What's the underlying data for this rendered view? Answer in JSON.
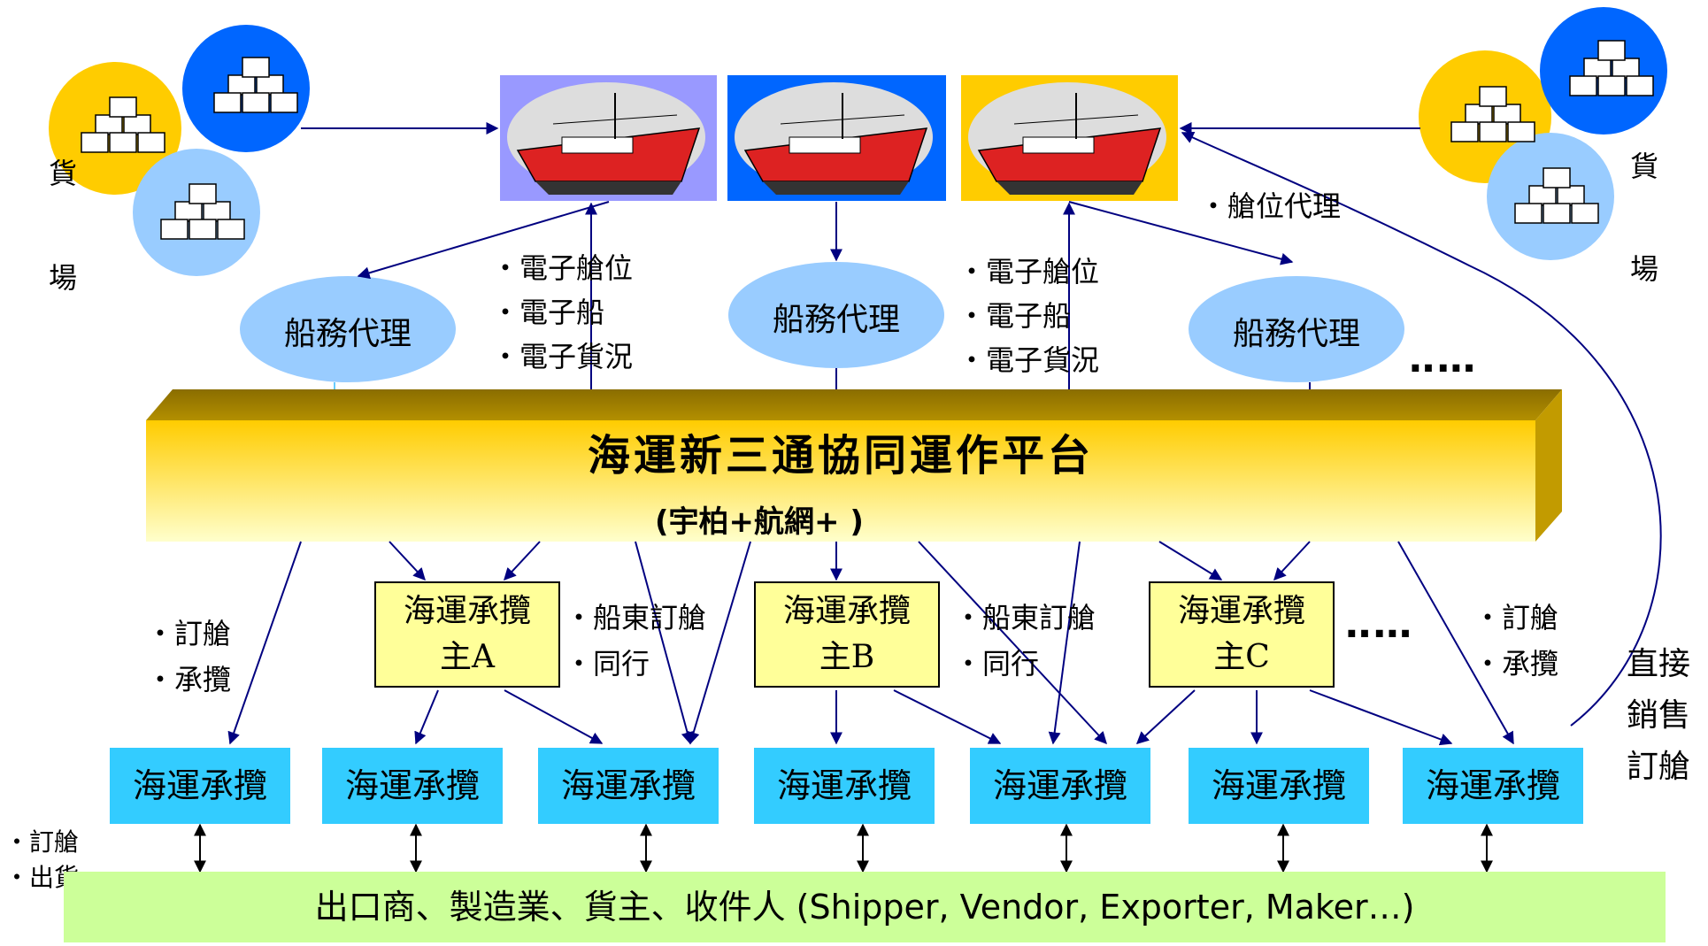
{
  "left_yard": {
    "char1": "貨",
    "char2": "場"
  },
  "right_yard": {
    "char1": "貨",
    "char2": "場"
  },
  "agents": [
    {
      "label": "船務代理"
    },
    {
      "label": "船務代理"
    },
    {
      "label": "船務代理"
    }
  ],
  "bullets_left": [
    "・電子艙位",
    "・電子船",
    "・電子貨況"
  ],
  "bullets_right": [
    "・電子艙位",
    "・電子船",
    "・電子貨況"
  ],
  "slot_agent": "・艙位代理",
  "ellipsis": "‥…",
  "platform": {
    "title": "海運新三通協同運作平台",
    "subtitle": "(宇柏+航網+      )"
  },
  "masters": [
    {
      "line1": "海運承攬",
      "line2": "主A"
    },
    {
      "line1": "海運承攬",
      "line2": "主B"
    },
    {
      "line1": "海運承攬",
      "line2": "主C"
    }
  ],
  "annot_left": [
    "・訂艙",
    "・承攬"
  ],
  "annot_right": [
    "・訂艙",
    "・承攬"
  ],
  "annot_mid1": [
    "・船東訂艙",
    "・同行"
  ],
  "annot_mid2": [
    "・船東訂艙",
    "・同行"
  ],
  "direct_sale": [
    "直接",
    "銷售",
    "訂艙"
  ],
  "forwarders": [
    "海運承攬",
    "海運承攬",
    "海運承攬",
    "海運承攬",
    "海運承攬",
    "海運承攬",
    "海運承攬"
  ],
  "bottom_annot": [
    "・訂艙",
    "・出貨"
  ],
  "bottom_bar": "出口商、製造業、貨主、收件人 (Shipper, Vendor, Exporter, Maker…)",
  "colors": {
    "ship_bg_1": "#9999ff",
    "ship_bg_2": "#0066ff",
    "ship_bg_3": "#ffcc00",
    "agent_fill": "#99ccff",
    "platform_gold": "#ffcc33",
    "master_fill": "#ffff99",
    "forwarder_fill": "#33ccff",
    "bottom_fill": "#ccff99",
    "arrow": "#000080"
  }
}
